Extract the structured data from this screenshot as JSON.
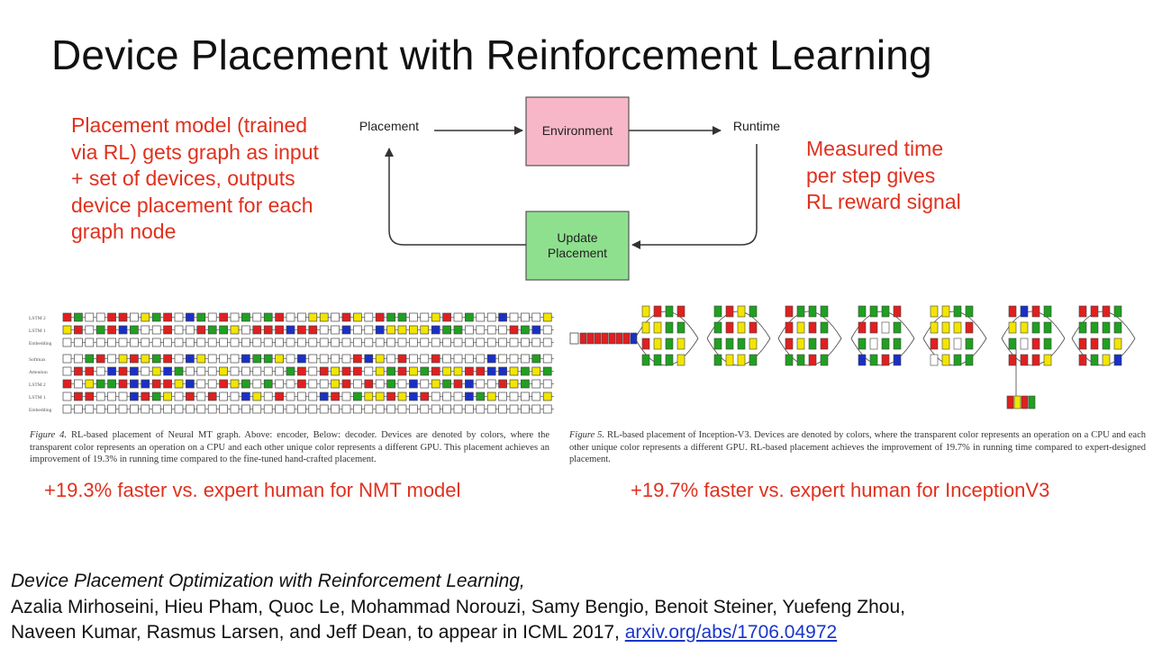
{
  "title": "Device Placement with Reinforcement Learning",
  "left_note": [
    "Placement model (trained",
    "via RL) gets graph as input",
    "+ set of devices, outputs",
    "device placement for each",
    "graph node"
  ],
  "right_note": [
    "Measured time",
    "per step gives",
    "RL reward signal"
  ],
  "diagram": {
    "placement": "Placement",
    "environment": "Environment",
    "runtime": "Runtime",
    "update_1": "Update",
    "update_2": "Placement"
  },
  "nmt_graph": {
    "row_labels": [
      "LSTM 2",
      "LSTM 1",
      "Embedding",
      "Softmax",
      "Attention",
      "LSTM 2",
      "LSTM 1",
      "Embedding"
    ]
  },
  "figure4": {
    "label": "Figure 4.",
    "text": " RL-based placement of Neural MT graph.  Above: encoder, Below: decoder.  Devices are denoted by colors, where the transparent color represents an operation on a CPU and each other unique color represents a different GPU. This placement achieves an improvement of 19.3% in running time compared to the fine-tuned hand-crafted placement."
  },
  "figure5": {
    "label": "Figure 5.",
    "text": " RL-based placement of Inception-V3. Devices are denoted by colors, where the transparent color represents an operation on a CPU and each other unique color represents a different GPU. RL-based placement achieves the improvement of 19.7% in running time compared to expert-designed placement."
  },
  "results": {
    "nmt": "+19.3% faster vs. expert human for NMT model",
    "inception": "+19.7% faster vs. expert human for InceptionV3"
  },
  "reference": {
    "paper_title": "Device Placement Optimization with Reinforcement Learning,",
    "authors_1": "Azalia Mirhoseini, Hieu Pham, Quoc Le, Mohammad Norouzi, Samy Bengio, Benoit Steiner, Yuefeng Zhou,",
    "authors_2": "Naveen Kumar, Rasmus Larsen, and Jeff Dean, to appear in ICML 2017, ",
    "link": "arxiv.org/abs/1706.04972"
  },
  "colors": {
    "accent_red": "#e0301e",
    "environment_fill": "#f7b7c8",
    "update_fill": "#8ee08e",
    "link": "#1a35c9",
    "device_colors": [
      "#ffffff",
      "#e02020",
      "#20a020",
      "#1a2fc8",
      "#f2e600"
    ]
  }
}
